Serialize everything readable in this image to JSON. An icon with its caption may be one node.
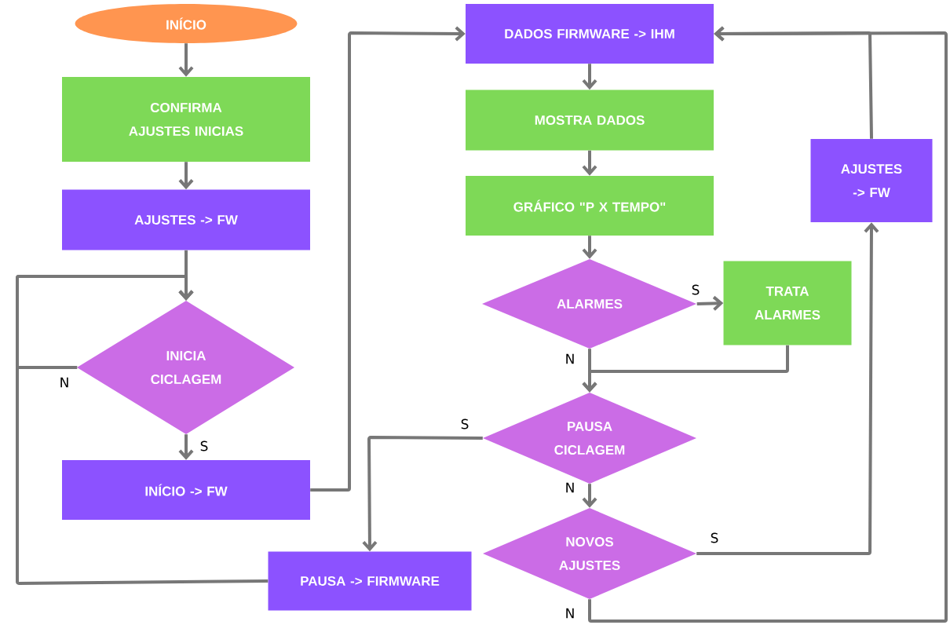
{
  "diagram": {
    "nodes": [
      {
        "text": [
          "INÍCIO"
        ]
      },
      {
        "text": [
          "CONFIRMA AJUSTES INICIAS"
        ]
      },
      {
        "text": [
          "AJUSTES -> FW"
        ]
      },
      {
        "text": [
          "INICIA CICLAGEM"
        ]
      },
      {
        "text": [
          "INÍCIO -> FW"
        ]
      },
      {
        "text": [
          "PAUSA -> FIRMWARE"
        ]
      },
      {
        "text": [
          "DADOS FIRMWARE -> IHM"
        ]
      },
      {
        "text": [
          "MOSTRA DADOS"
        ]
      },
      {
        "text": [
          "GRÁFICO \"P X TEMPO\""
        ]
      },
      {
        "text": [
          "ALARMES"
        ]
      },
      {
        "text": [
          "TRATA ALARMES"
        ]
      },
      {
        "text": [
          "PAUSA CICLAGEM"
        ]
      },
      {
        "text": [
          "NOVOS AJUSTES"
        ]
      },
      {
        "text": [
          "AJUSTES -> FW"
        ]
      }
    ],
    "edges": [
      {
        "from": 0,
        "to": 1,
        "arrow": "to"
      },
      {
        "from": 1,
        "to": 2,
        "arrow": "to"
      },
      {
        "from": 2,
        "to": 3,
        "arrow": "to"
      },
      {
        "from": 3,
        "to": 3,
        "label": "N",
        "arrow": "to"
      },
      {
        "from": 3,
        "to": 4,
        "label": "S",
        "arrow": "to"
      },
      {
        "from": 4,
        "to": 6,
        "arrow": "to"
      },
      {
        "from": 5,
        "to": 3,
        "arrow": "to"
      },
      {
        "from": 6,
        "to": 7,
        "arrow": "to"
      },
      {
        "from": 7,
        "to": 8,
        "arrow": "to"
      },
      {
        "from": 8,
        "to": 9,
        "arrow": "to"
      },
      {
        "from": 9,
        "to": 10,
        "label": "S",
        "arrow": "to"
      },
      {
        "from": 9,
        "to": 11,
        "label": "N",
        "arrow": "to"
      },
      {
        "from": 10,
        "to": 11,
        "arrow": "to"
      },
      {
        "from": 11,
        "to": 5,
        "label": "S",
        "arrow": "to"
      },
      {
        "from": 11,
        "to": 12,
        "label": "N",
        "arrow": "to"
      },
      {
        "from": 12,
        "to": 13,
        "label": "S",
        "arrow": "to"
      },
      {
        "from": 13,
        "to": 6,
        "arrow": "to"
      },
      {
        "from": 12,
        "to": 6,
        "label": "N",
        "arrow": "to"
      }
    ]
  }
}
